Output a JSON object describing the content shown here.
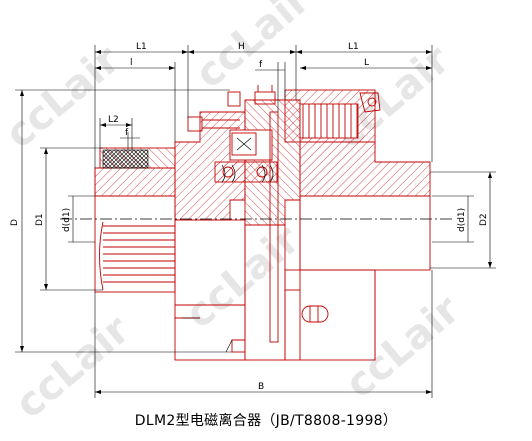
{
  "caption": "DLM2型电磁离合器（JB/T8808-1998）",
  "watermark": "ccLair",
  "dimensions": {
    "l1_left": "L1",
    "h": "H",
    "l1_right": "L1",
    "l_left": "l",
    "l_right": "L",
    "l2": "L2",
    "f_top": "f",
    "f_left": "f",
    "d": "D",
    "d1": "D1",
    "d2": "D2",
    "bore_left": "d(d1)",
    "bore_right": "d(d1)",
    "b": "B"
  },
  "colors": {
    "part": "#c00000",
    "dimension": "#000000",
    "watermark": "#e6e6e6"
  }
}
